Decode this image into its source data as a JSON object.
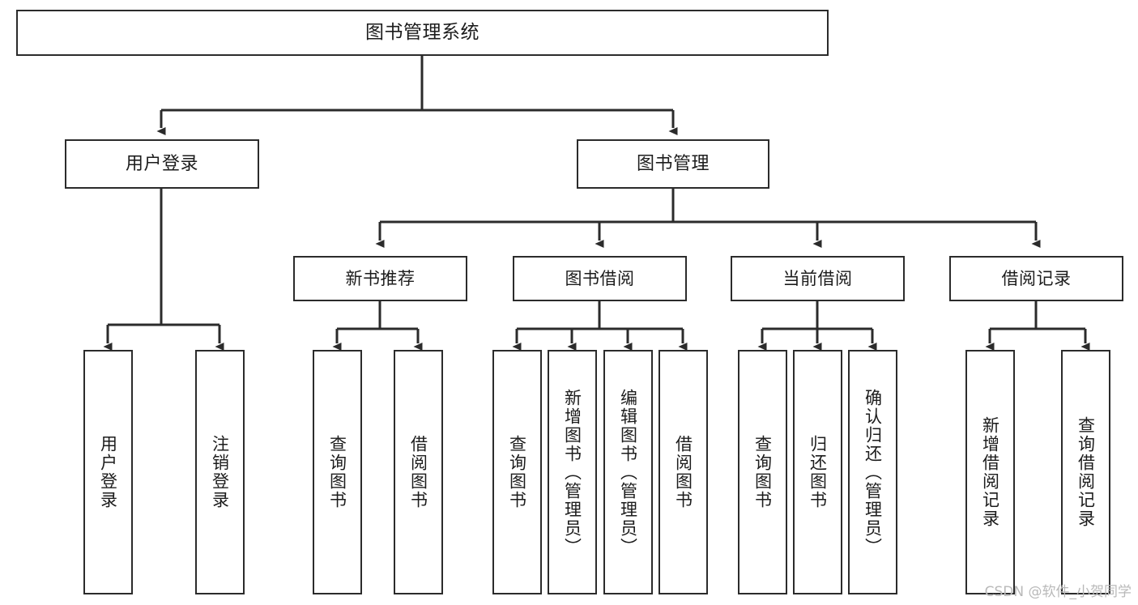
{
  "diagram": {
    "type": "tree",
    "title": "图书管理系统",
    "watermark": "CSDN @软件_小贺同学",
    "colors": {
      "stroke": "#2b2b2b",
      "fill": "#ffffff",
      "text": "#1c1c1c",
      "watermark": "#b9b9b9"
    },
    "root": {
      "label": "图书管理系统"
    },
    "level2": [
      {
        "id": "user-login",
        "label": "用户登录"
      },
      {
        "id": "book-manage",
        "label": "图书管理"
      }
    ],
    "level3": [
      {
        "id": "new-book-recommend",
        "label": "新书推荐"
      },
      {
        "id": "book-borrow",
        "label": "图书借阅"
      },
      {
        "id": "current-borrow",
        "label": "当前借阅"
      },
      {
        "id": "borrow-record",
        "label": "借阅记录"
      }
    ],
    "leaves": {
      "user-login": [
        {
          "id": "leaf-user-login",
          "label": "用户登录"
        },
        {
          "id": "leaf-logout",
          "label": "注销登录"
        }
      ],
      "new-book-recommend": [
        {
          "id": "leaf-query-book-1",
          "label": "查询图书"
        },
        {
          "id": "leaf-borrow-book-1",
          "label": "借阅图书"
        }
      ],
      "book-borrow": [
        {
          "id": "leaf-query-book-2",
          "label": "查询图书"
        },
        {
          "id": "leaf-add-book",
          "label": "新增图书（管理员）"
        },
        {
          "id": "leaf-edit-book",
          "label": "编辑图书（管理员）"
        },
        {
          "id": "leaf-borrow-book-2",
          "label": "借阅图书"
        }
      ],
      "current-borrow": [
        {
          "id": "leaf-query-book-3",
          "label": "查询图书"
        },
        {
          "id": "leaf-return-book",
          "label": "归还图书"
        },
        {
          "id": "leaf-confirm-return",
          "label": "确认归还（管理员）"
        }
      ],
      "borrow-record": [
        {
          "id": "leaf-add-record",
          "label": "新增借阅记录"
        },
        {
          "id": "leaf-query-record",
          "label": "查询借阅记录"
        }
      ]
    }
  }
}
